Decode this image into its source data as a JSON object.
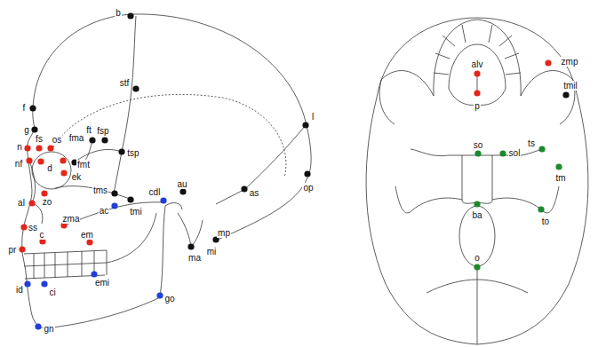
{
  "diagram": {
    "labels": [
      "b",
      "stf",
      "f",
      "fsp",
      "ft",
      "g",
      "n",
      "fs",
      "os",
      "fma",
      "nf",
      "d",
      "fmt",
      "ek",
      "tsp",
      "l",
      "zo",
      "al",
      "zma",
      "tms",
      "ac",
      "tmi",
      "cdl",
      "au",
      "as",
      "op",
      "mp",
      "ma",
      "mi",
      "ss",
      "c",
      "em",
      "pr",
      "emi",
      "id",
      "ci",
      "go",
      "gn",
      "alv",
      "zmp",
      "p",
      "tmil",
      "so",
      "sol",
      "ts",
      "tm",
      "ba",
      "to",
      "o"
    ]
  }
}
